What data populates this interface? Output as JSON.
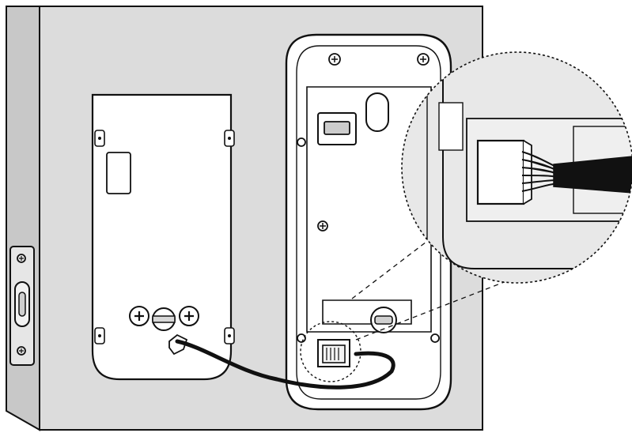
{
  "diagram": {
    "kind": "installation-illustration",
    "colors": {
      "door_face": "#dcdcdc",
      "door_edge": "#c8c8c8",
      "lock_body": "#ffffff",
      "outline": "#111111",
      "cable": "#111111",
      "connector": "#ffffff",
      "zoom_background": "#e8e8e8"
    },
    "parts": [
      "door-panel",
      "door-edge-latch",
      "mounting-plate",
      "lock-back-housing",
      "rj-connector",
      "cable",
      "zoom-callout"
    ]
  }
}
